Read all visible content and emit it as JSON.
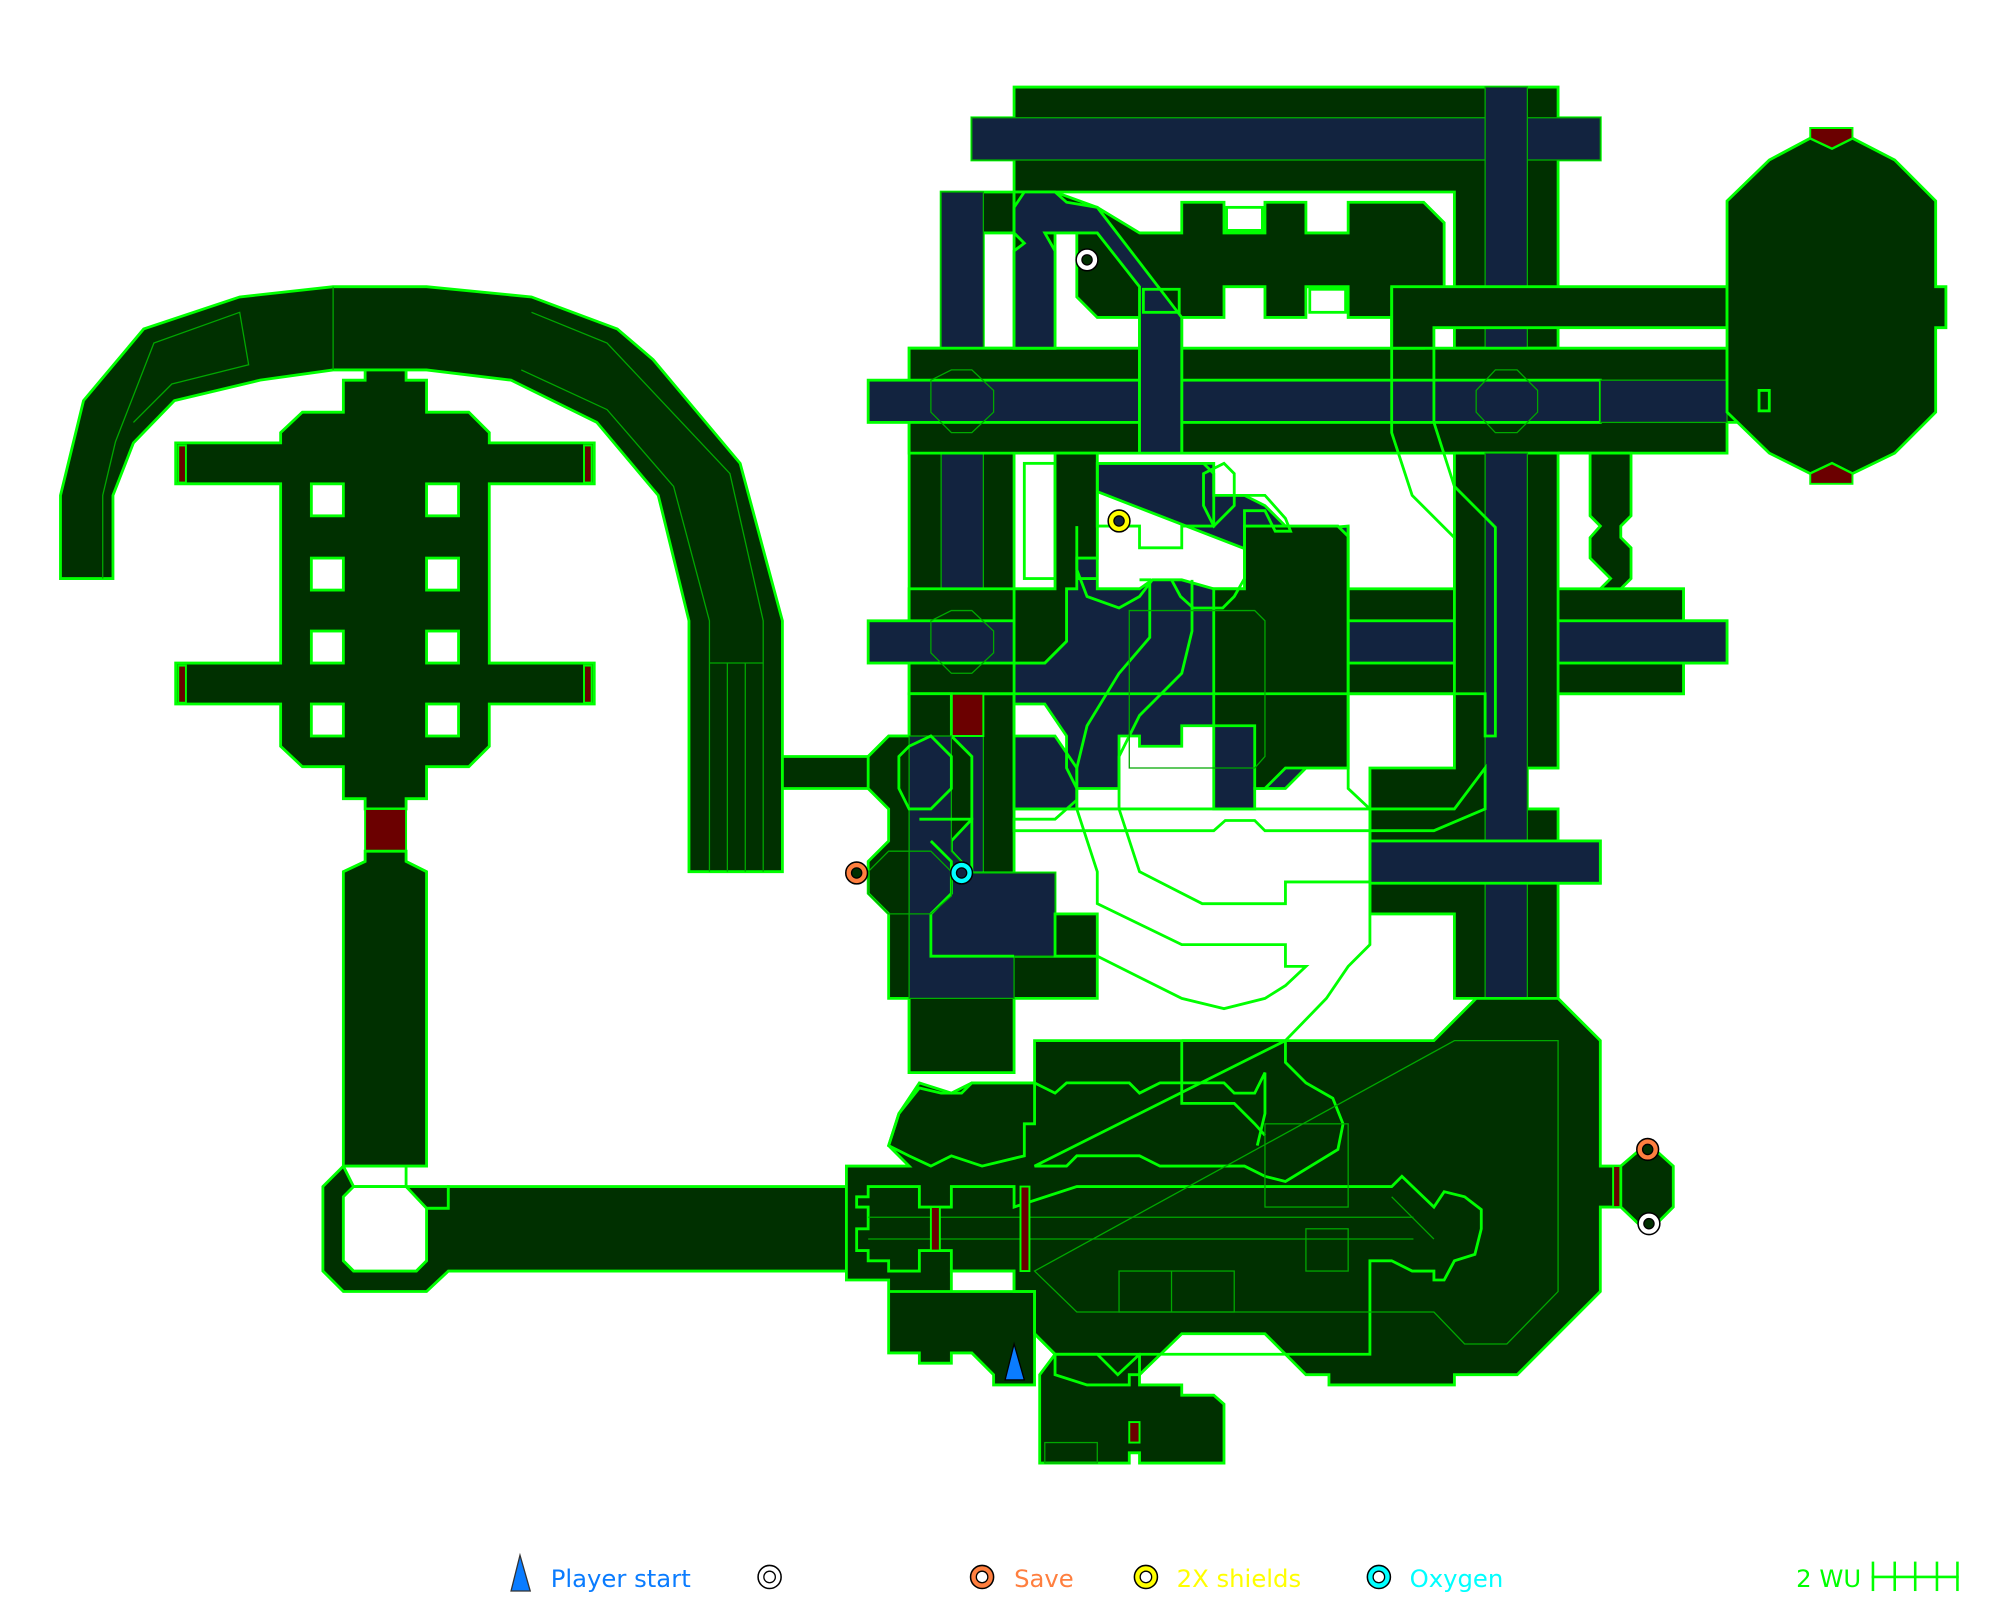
{
  "map": {
    "colors": {
      "floor": "#003000",
      "liquid_floor": "#12233f",
      "outline": "#00ff00",
      "door": "#6b0000",
      "background": "#ffffff"
    },
    "markers": [
      {
        "type": "uncategorized",
        "color": "#ffffff"
      },
      {
        "type": "2X shields",
        "color": "#ffff00"
      },
      {
        "type": "Save",
        "color": "#ff7f3f"
      },
      {
        "type": "Oxygen",
        "color": "#00ffff"
      },
      {
        "type": "Save",
        "color": "#ff7f3f"
      },
      {
        "type": "uncategorized",
        "color": "#ffffff"
      },
      {
        "type": "Player start",
        "color": "#0a7cff"
      }
    ]
  },
  "legend": {
    "player_start": {
      "label": "Player start",
      "color": "#0a7cff",
      "icon": "triangle-icon"
    },
    "uncategorized": {
      "label": "",
      "color": "#ffffff",
      "icon": "ring-icon"
    },
    "save": {
      "label": "Save",
      "color": "#ff7f3f",
      "icon": "ring-icon"
    },
    "shields": {
      "label": "2X shields",
      "color": "#ffff00",
      "icon": "ring-icon"
    },
    "oxygen": {
      "label": "Oxygen",
      "color": "#00ffff",
      "icon": "ring-icon"
    },
    "scale": {
      "label": "2 WU",
      "color": "#00ff00",
      "ticks": 5
    }
  }
}
